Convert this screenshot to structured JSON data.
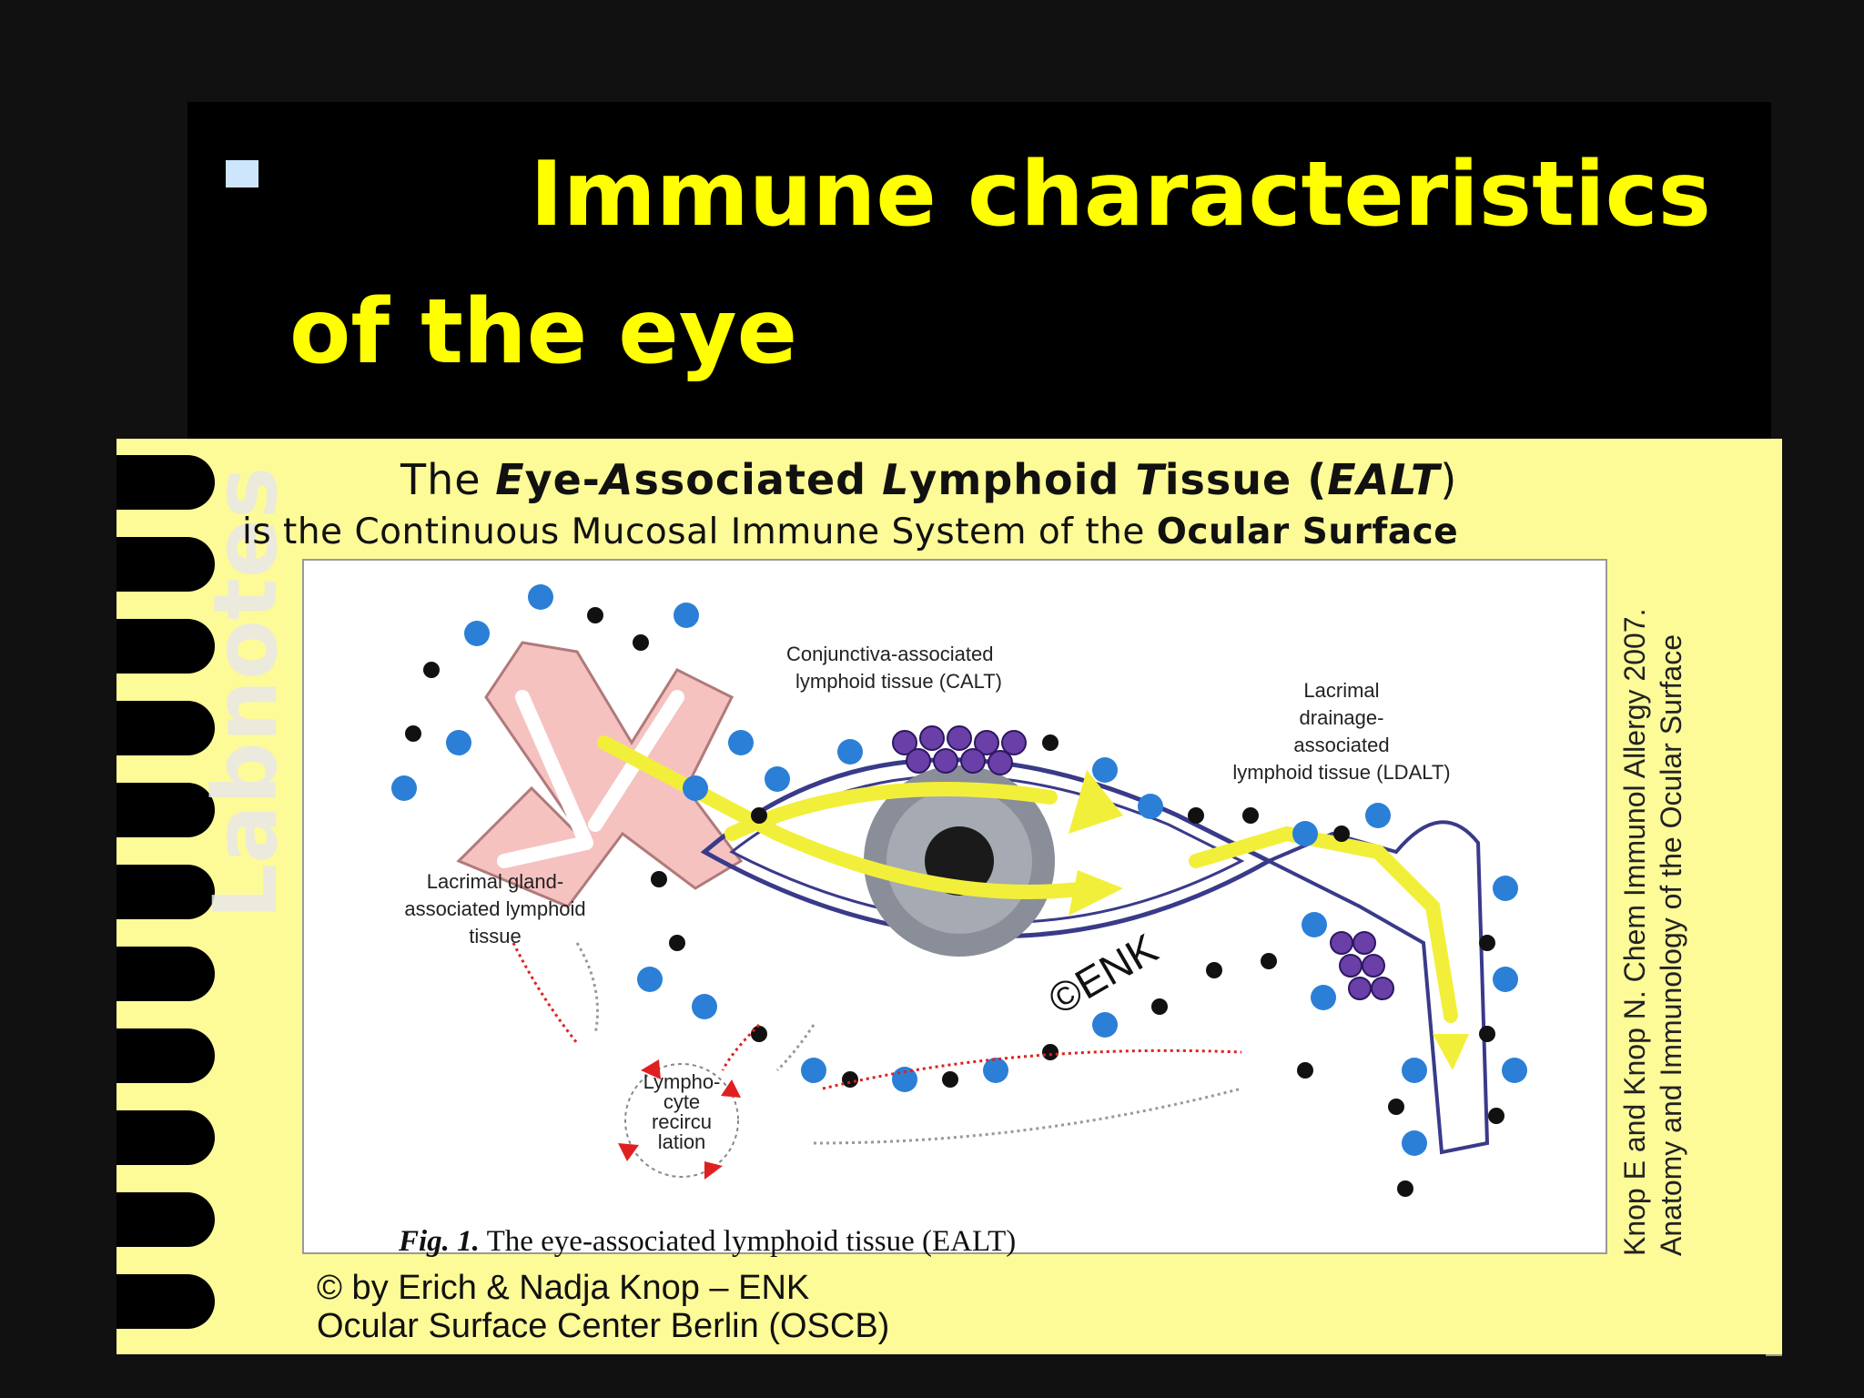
{
  "slide": {
    "title_line1": "Immune characteristics",
    "title_line2": "of the eye"
  },
  "notebook": {
    "watermark": "Labnotes",
    "heading_line1": {
      "pre": "The ",
      "e": "E",
      "ye": "ye-",
      "a": "A",
      "ssociated": "ssociated ",
      "l": "L",
      "ymphoid": "ymphoid ",
      "t": "T",
      "issue": "issue (",
      "ealt": "EALT",
      "close": ")"
    },
    "heading_line2": {
      "pre": "is the Continuous Mucosal Immune System of the ",
      "bold": "Ocular Surface"
    },
    "side_citation_line1": "Knop E and Knop N. Chem Immunol Allergy 2007.",
    "side_citation_line2": "Anatomy and Immunology of the Ocular Surface",
    "caption_fig": "Fig. 1.",
    "caption_text": " The eye-associated lymphoid tissue (EALT)",
    "copyright_line1": "© by Erich & Nadja Knop – ENK",
    "copyright_line2": "Ocular Surface Center Berlin (OSCB)"
  },
  "figure": {
    "labels": {
      "calt_1": "Conjunctiva-associated",
      "calt_2": "lymphoid tissue (CALT)",
      "ldalt_1": "Lacrimal",
      "ldalt_2": "drainage-",
      "ldalt_3": "associated",
      "ldalt_4": "lymphoid tissue (LDALT)",
      "lgalt_1": "Lacrimal gland-",
      "lgalt_2": "associated lymphoid",
      "lgalt_3": "tissue",
      "recirc_1": "Lympho-",
      "recirc_2": "cyte",
      "recirc_3": "recircu",
      "recirc_4": "lation",
      "enk_mark": "©ENK"
    }
  },
  "colors": {
    "title": "#ffff00",
    "note_paper": "#fdfb98",
    "cell_blue": "#2b7fd6",
    "arrow_yellow": "#f2ef3a",
    "recirc_red": "#e02020"
  }
}
